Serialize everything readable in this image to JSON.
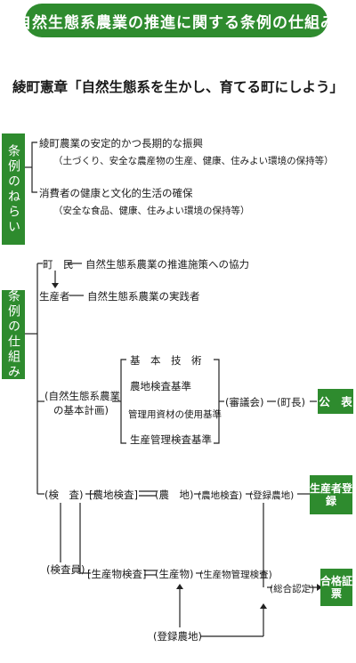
{
  "title": "自然生態系農業の推進に関する条例の仕組み",
  "charter": "綾町憲章「自然生態系を生かし、育てる町にしよう」",
  "aims": {
    "label": "条例のねらい",
    "items": [
      {
        "main": "綾町農業の安定的かつ長期的な振興",
        "sub": "（土づくり、安全な農産物の生産、健康、住みよい環境の保持等）"
      },
      {
        "main": "消費者の健康と文化的生活の確保",
        "sub": "（安全な食品、健康、住みよい環境の保持等）"
      }
    ]
  },
  "mechanism": {
    "label": "条例の仕組み",
    "town_people": "町　民",
    "town_people_role": "自然生態系農業の推進施策への協力",
    "producer": "生産者",
    "producer_role": "自然生態系農業の実践者",
    "basic_plan_line1": "(自然生態系農業",
    "basic_plan_line2": "の基本計画)",
    "plan_items": [
      "基　本　技　術",
      "農地検査基準",
      "管理用資材の使用基準",
      "生産管理検査基準"
    ],
    "council": "(審議会)",
    "mayor": "(町長)",
    "publish": "公　表",
    "inspection": "(検　査)",
    "farmland_inspection": "[農地検査]",
    "farmland": "(農　地)",
    "farmland_inspection2": "(農地検査)",
    "registered_farmland": "(登録農地)",
    "producer_registration": "生産者登録",
    "inspector": "(検査員)",
    "product_inspection": "[生産物検査]",
    "product": "(生産物)",
    "product_mgmt_inspection": "(生産物管理検査)",
    "overall_cert": "(総合認定)",
    "certificate": "合格証票",
    "registered_farmland_bottom": "(登録農地)"
  }
}
